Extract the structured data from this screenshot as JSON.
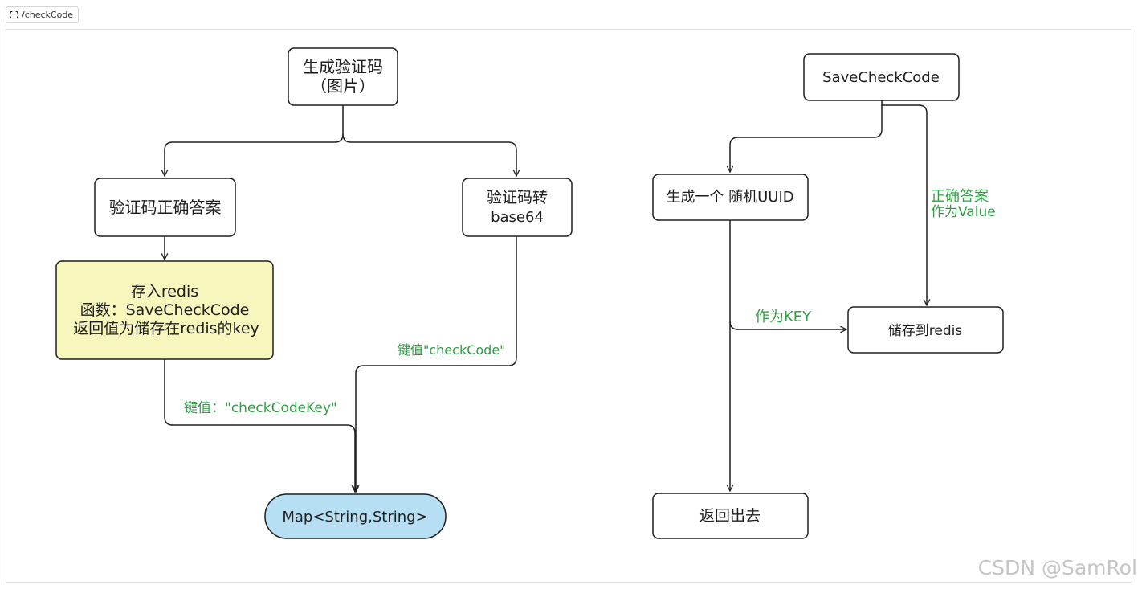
{
  "tab": {
    "label": "/checkCode",
    "icon": "frame-icon"
  },
  "colors": {
    "node_border": "#1e1e1e",
    "edge": "#1e1e1e",
    "edge_label": "#2f9e44",
    "yellow_fill": "#f7f7bd",
    "blue_fill": "#b7dff3",
    "watermark": "#969696"
  },
  "left_flow": {
    "node_generate": [
      "生成验证码",
      "（图片）"
    ],
    "node_answer": "验证码正确答案",
    "node_base64": [
      "验证码转",
      "base64"
    ],
    "node_store": [
      "存入redis",
      "函数：SaveCheckCode",
      "返回值为储存在redis的key"
    ],
    "node_map": "Map<String,String>",
    "edge_label_key": "键值：\"checkCodeKey\"",
    "edge_label_code": "键值\"checkCode\""
  },
  "right_flow": {
    "node_save": "SaveCheckCode",
    "node_uuid": "生成一个 随机UUID",
    "node_store_redis": "储存到redis",
    "node_return": "返回出去",
    "edge_label_value": [
      "正确答案",
      "作为Value"
    ],
    "edge_label_key": "作为KEY"
  },
  "watermark": "CSDN @SamRol"
}
